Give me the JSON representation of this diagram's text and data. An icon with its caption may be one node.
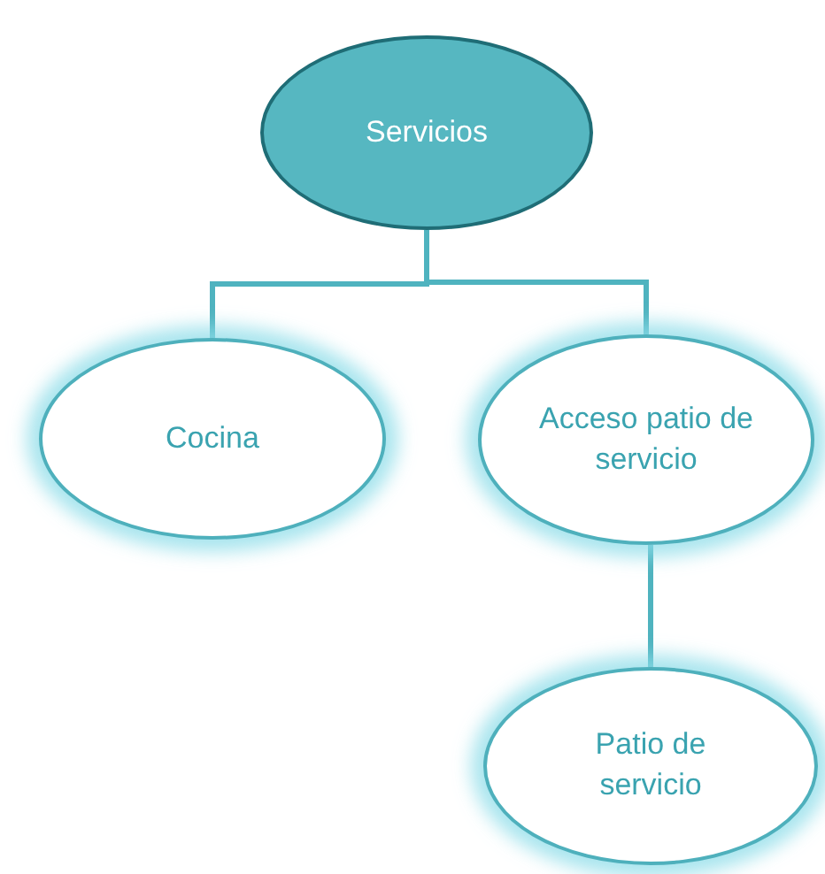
{
  "diagram": {
    "nodes": [
      {
        "text": [
          "Servicios"
        ]
      },
      {
        "text": [
          "Cocina"
        ]
      },
      {
        "text": [
          "Acceso patio de servicio"
        ]
      },
      {
        "text": [
          "Patio de servicio"
        ]
      }
    ],
    "edges": [
      {
        "from": 0,
        "to": 1,
        "arrow": "none"
      },
      {
        "from": 0,
        "to": 2,
        "arrow": "none"
      },
      {
        "from": 2,
        "to": 3,
        "arrow": "none"
      }
    ]
  }
}
